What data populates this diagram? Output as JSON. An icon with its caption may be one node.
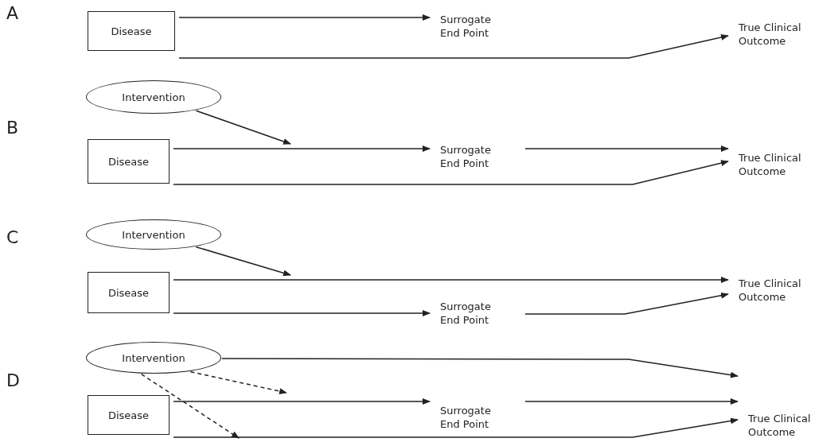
{
  "diagram": {
    "nodes": [
      {
        "text": [
          "Disease"
        ]
      },
      {
        "text": [
          "Surrogate End Point"
        ]
      },
      {
        "text": [
          "True Clinical Outcome"
        ]
      },
      {
        "text": [
          "Intervention"
        ]
      },
      {
        "text": [
          "Disease"
        ]
      },
      {
        "text": [
          "Surrogate End Point"
        ]
      },
      {
        "text": [
          "True Clinical Outcome"
        ]
      },
      {
        "text": [
          "Intervention"
        ]
      },
      {
        "text": [
          "Disease"
        ]
      },
      {
        "text": [
          "Surrogate End Point"
        ]
      },
      {
        "text": [
          "True Clinical Outcome"
        ]
      },
      {
        "text": [
          "Intervention"
        ]
      },
      {
        "text": [
          "Disease"
        ]
      },
      {
        "text": [
          "Surrogate End Point"
        ]
      },
      {
        "text": [
          "True Clinical Outcome"
        ]
      }
    ],
    "edges": [
      {
        "from": 0,
        "to": 1,
        "arrow": "to"
      },
      {
        "from": 0,
        "to": 2,
        "arrow": "to"
      },
      {
        "from": 3,
        "to": null,
        "arrow": "to"
      },
      {
        "from": 4,
        "to": 5,
        "arrow": "to"
      },
      {
        "from": 5,
        "to": 6,
        "arrow": "to"
      },
      {
        "from": 4,
        "to": 6,
        "arrow": "to"
      },
      {
        "from": 7,
        "to": null,
        "arrow": "to"
      },
      {
        "from": 8,
        "to": 10,
        "arrow": "to"
      },
      {
        "from": 8,
        "to": 9,
        "arrow": "to"
      },
      {
        "from": 9,
        "to": 10,
        "arrow": "to"
      },
      {
        "from": 11,
        "to": 14,
        "arrow": "to"
      },
      {
        "from": 11,
        "to": null,
        "arrow": "to",
        "style": "dashed"
      },
      {
        "from": 11,
        "to": null,
        "arrow": "to",
        "style": "dashed"
      },
      {
        "from": 12,
        "to": 13,
        "arrow": "to"
      },
      {
        "from": 13,
        "to": 14,
        "arrow": "to"
      },
      {
        "from": 12,
        "to": 14,
        "arrow": "to"
      }
    ],
    "labels": [
      "A",
      "B",
      "C",
      "D"
    ]
  }
}
